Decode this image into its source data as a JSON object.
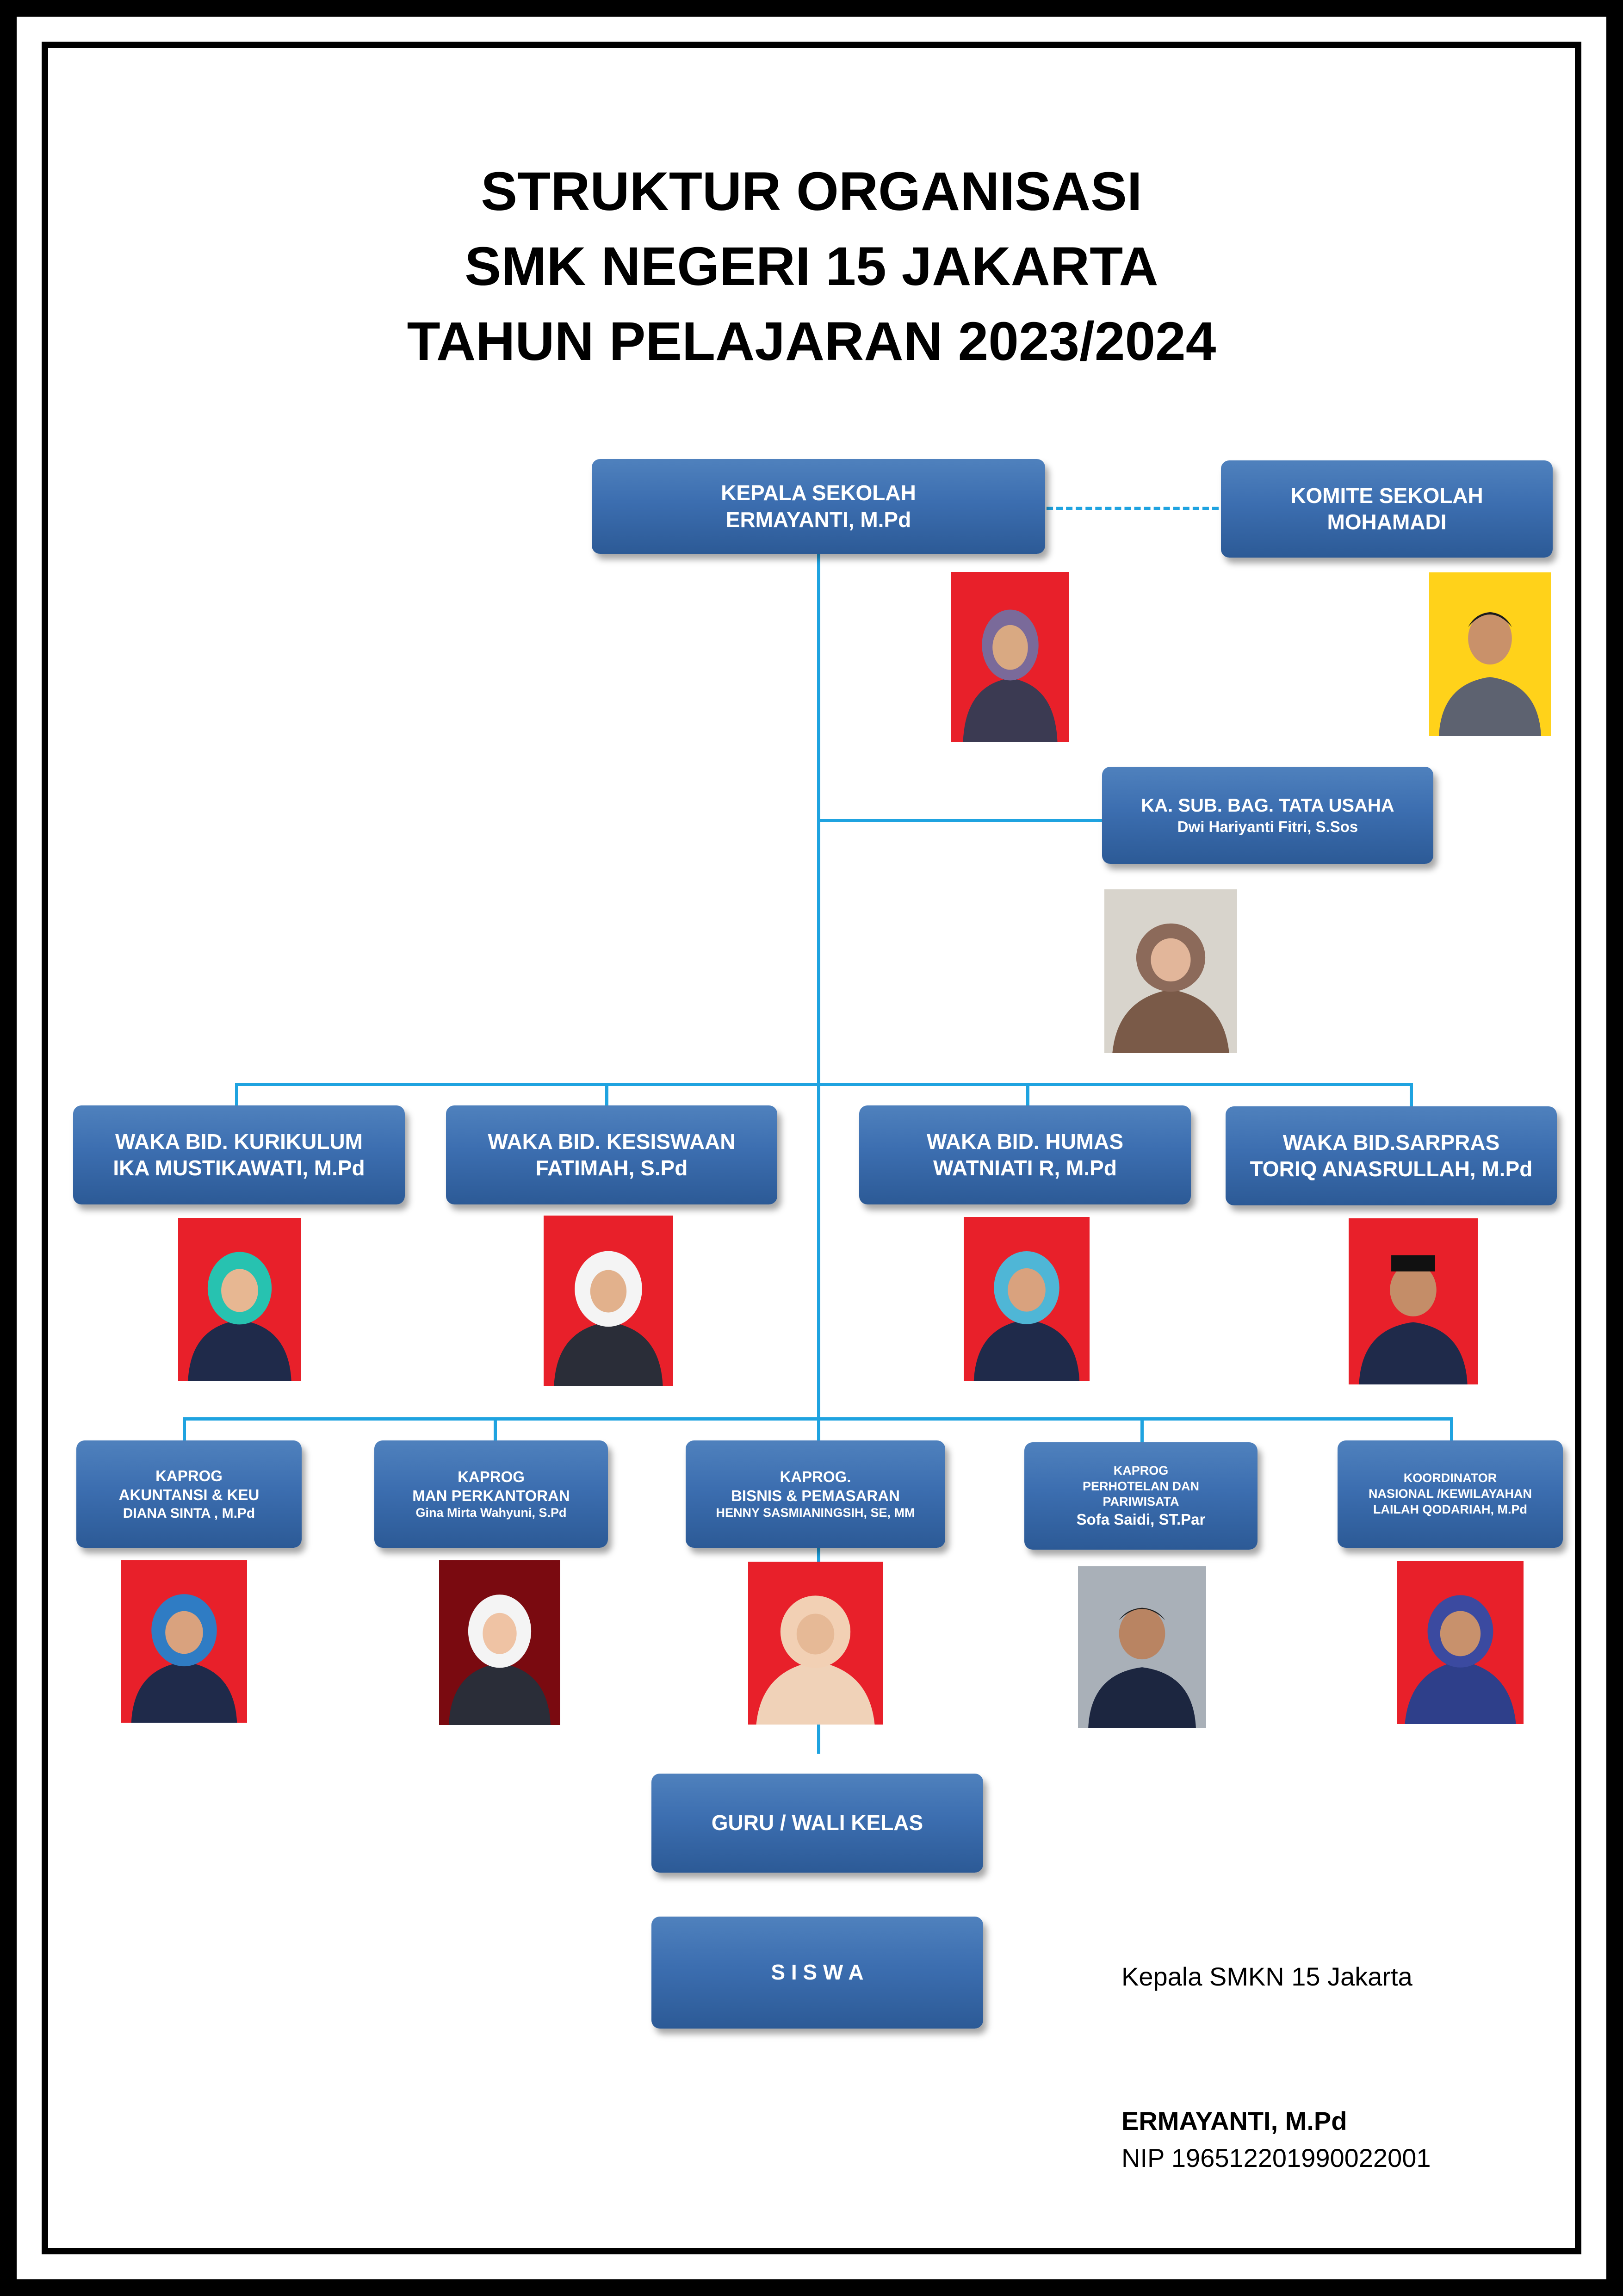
{
  "title": {
    "line1": "STRUKTUR ORGANISASI",
    "line2": "SMK NEGERI 15 JAKARTA",
    "line3": "TAHUN PELAJARAN 2023/2024"
  },
  "kepala": {
    "role": "KEPALA SEKOLAH",
    "name": "ERMAYANTI, M.Pd"
  },
  "komite": {
    "role": "KOMITE SEKOLAH",
    "name": "MOHAMADI"
  },
  "tata_usaha": {
    "role": "KA. SUB. BAG. TATA USAHA",
    "name": "Dwi Hariyanti Fitri, S.Sos"
  },
  "waka": [
    {
      "role": "WAKA BID. KURIKULUM",
      "name": "IKA MUSTIKAWATI, M.Pd"
    },
    {
      "role": "WAKA BID. KESISWAAN",
      "name": "FATIMAH, S.Pd"
    },
    {
      "role": "WAKA BID. HUMAS",
      "name": "WATNIATI R, M.Pd"
    },
    {
      "role": "WAKA BID.SARPRAS",
      "name": "TORIQ ANASRULLAH, M.Pd"
    }
  ],
  "kaprog": [
    {
      "line1": "KAPROG",
      "line2": "AKUNTANSI & KEU",
      "line3": "DIANA SINTA , M.Pd"
    },
    {
      "line1": "KAPROG",
      "line2": "MAN PERKANTORAN",
      "line3": "Gina Mirta Wahyuni, S.Pd"
    },
    {
      "line1": "KAPROG.",
      "line2": "BISNIS & PEMASARAN",
      "line3": "HENNY SASMIANINGSIH, SE, MM"
    },
    {
      "line1": "KAPROG",
      "line2": "PERHOTELAN DAN",
      "line3": "PARIWISATA",
      "line4": "Sofa Saidi, ST.Par"
    },
    {
      "line1": "KOORDINATOR",
      "line2": "NASIONAL /KEWILAYAHAN",
      "line3": "LAILAH QODARIAH, M.Pd"
    }
  ],
  "guru": "GURU / WALI KELAS",
  "siswa": "S I S W A",
  "signature": {
    "position": "Kepala SMKN 15 Jakarta",
    "name": "ERMAYANTI, M.Pd",
    "nip": "NIP 196512201990022001"
  },
  "photo_backgrounds": {
    "red": "#e8202a",
    "dark_red": "#7a0a10",
    "yellow": "#ffd21a",
    "beige": "#d8d4cc",
    "grey": "#a9b0b8"
  },
  "line_color": "#1fa3e0",
  "box_color": "#3c6eb0"
}
